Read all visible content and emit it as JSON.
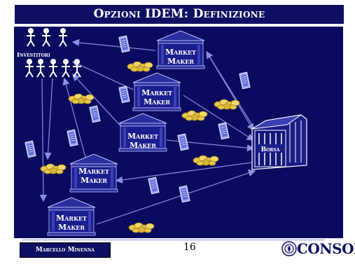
{
  "slide": {
    "title": "Opzioni IDEM: Definizione",
    "investors_label": "Investitori",
    "market_maker_line1": "Market",
    "market_maker_line2": "Maker",
    "exchange_label": "Borsa",
    "author": "Marcello Minenna",
    "page_number": "16",
    "logo_text": "CONSOB"
  },
  "colors": {
    "background": "#0a0a5e",
    "title_bar": "#0e0f63",
    "building": "#1b1e8f",
    "arrow": "#7f86d8",
    "coin": "#e8c94a",
    "text_light": "#ffffff"
  },
  "icons": [
    "person-icon",
    "bank-building-icon",
    "coin-pile-icon",
    "document-icon",
    "exchange-building-icon",
    "consob-seal-icon"
  ]
}
